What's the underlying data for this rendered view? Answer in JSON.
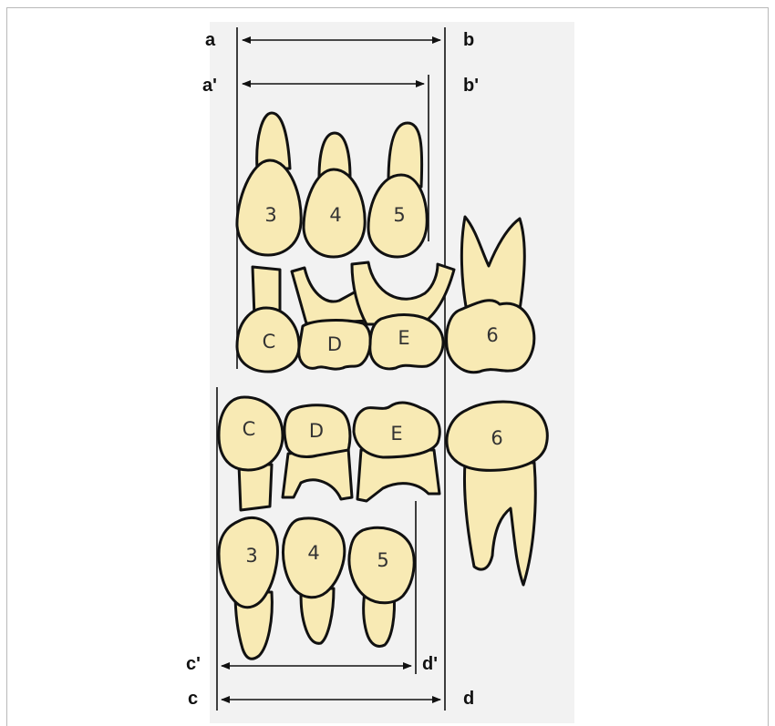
{
  "point_labels": {
    "a": "a",
    "b": "b",
    "a_prime": "a'",
    "b_prime": "b'",
    "c": "c",
    "d": "d",
    "c_prime": "c'",
    "d_prime": "d'"
  },
  "upper_teeth": {
    "permanent": [
      "3",
      "4",
      "5"
    ],
    "primary": [
      "C",
      "D",
      "E"
    ],
    "molar": "6"
  },
  "lower_teeth": {
    "primary": [
      "C",
      "D",
      "E"
    ],
    "permanent": [
      "3",
      "4",
      "5"
    ],
    "molar": "6"
  },
  "colors": {
    "tooth_fill": "#f8eab4",
    "outline": "#111111",
    "panel": "#f2f2f2"
  }
}
